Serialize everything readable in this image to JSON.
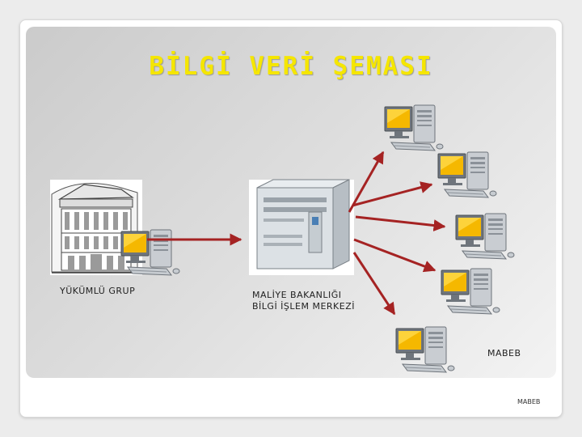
{
  "slide": {
    "title": "BİLGİ VERİ ŞEMASI",
    "footer": "MABEB"
  },
  "nodes": {
    "source": {
      "label": "YÜKÜMLÜ GRUP"
    },
    "center": {
      "label_line1": "MALİYE BAKANLIĞI",
      "label_line2": "BİLGİ İŞLEM MERKEZİ"
    },
    "targets": {
      "label": "MABEB",
      "count": 5
    }
  },
  "colors": {
    "title": "#f5e600",
    "arrow": "#a52323",
    "monitor_screen": "#f5b800",
    "panel": "#d6d6d6"
  },
  "icons": [
    "bank-building-icon",
    "desktop-computer-icon",
    "server-tower-icon"
  ]
}
